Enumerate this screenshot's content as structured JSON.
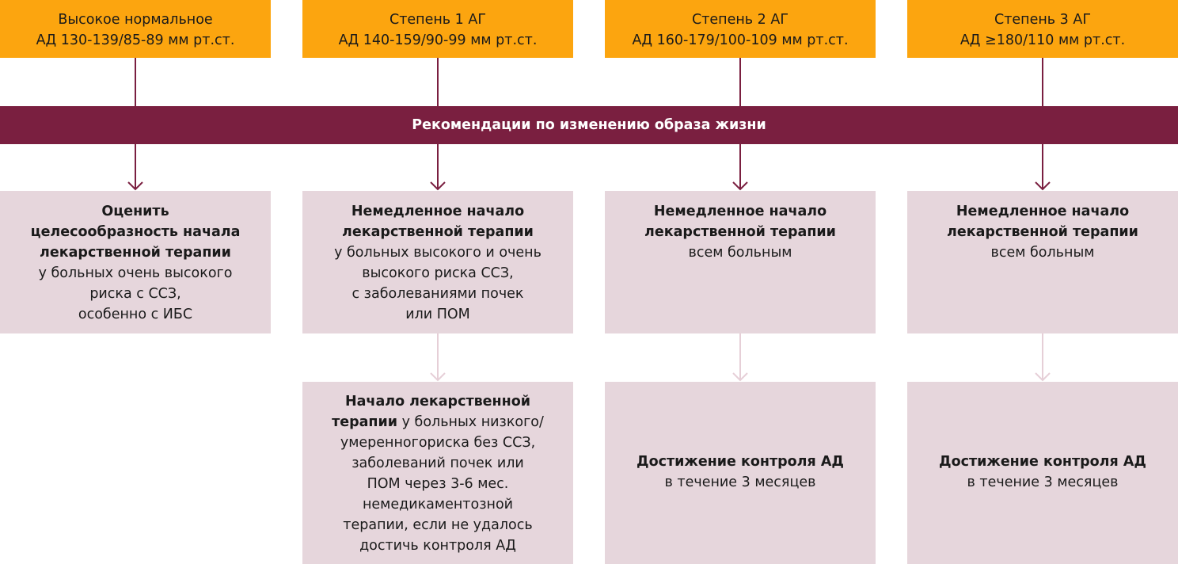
{
  "stages": [
    {
      "title": "Высокое нормальное",
      "bp": "АД 130-139/85-89 мм рт.ст."
    },
    {
      "title": "Степень 1 АГ",
      "bp": "АД 140-159/90-99 мм рт.ст."
    },
    {
      "title": "Степень 2 АГ",
      "bp": "АД 160-179/100-109 мм рт.ст."
    },
    {
      "title": "Степень 3 АГ",
      "bp": "АД ≥180/110 мм рт.ст."
    }
  ],
  "band": "Рекомендации по изменению образа жизни",
  "actions": [
    {
      "bold": "Оценить\nцелесообразность начала\nлекарственной терапии",
      "text": "у больных очень высокого\nриска с ССЗ,\nособенно с ИБС"
    },
    {
      "bold": "Немедленное начало\nлекарственной терапии",
      "text": "у больных высокого и очень\nвысокого риска ССЗ,\nс заболеваниями почек\nили ПОМ"
    },
    {
      "bold": "Немедленное начало\nлекарственной терапии",
      "text": "всем больным"
    },
    {
      "bold": "Немедленное начало\nлекарственной терапии",
      "text": "всем больным"
    }
  ],
  "outcomes": [
    {
      "bold": "Начало лекарственной\nтерапии",
      "text": " у больных низкого/\nумеренногориска без ССЗ,\nзаболеваний почек или\nПОМ через 3-6 мес.\nнемедикаментозной\nтерапии, если не удалось\nдостичь контроля АД"
    },
    {
      "bold": "Достижение контроля АД",
      "text": "в течение 3 месяцев"
    },
    {
      "bold": "Достижение контроля АД",
      "text": "в течение 3 месяцев"
    }
  ],
  "colors": {
    "orange": "#fca50f",
    "maroon": "#7a1f40",
    "pink": "#e6d6dc",
    "light_arrow": "#e6cfd7"
  }
}
